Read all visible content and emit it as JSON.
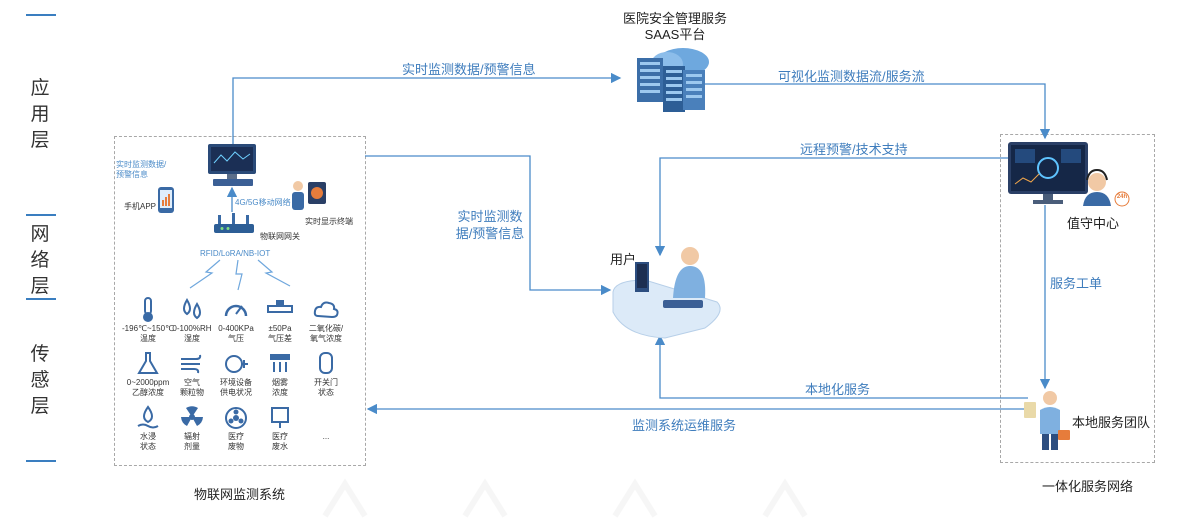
{
  "layers": [
    {
      "label": "应\n用\n层"
    },
    {
      "label": "网\n络\n层"
    },
    {
      "label": "传\n感\n层"
    }
  ],
  "platform": {
    "line1": "医院安全管理服务",
    "line2": "SAAS平台"
  },
  "arrows": {
    "realtime_top": "实时监测数据/预警信息",
    "visual_flow": "可视化监测数据流/服务流",
    "remote": "远程预警/技术支持",
    "realtime_mid": "实时监测数\n据/预警信息",
    "work_order": "服务工单",
    "local_service": "本地化服务",
    "ops": "监测系统运维服务"
  },
  "iot": {
    "app_note": "实时监测数据/\n预警信息",
    "app": "手机APP",
    "network": "4G/5G移动网络",
    "display": "实时显示终端",
    "gateway": "物联网网关",
    "protocols": "RFID/LoRA/NB-IOT",
    "system_label": "物联网监测系统"
  },
  "sensors": [
    {
      "icon": "thermometer-icon",
      "label": "-196℃~150℃\n温度"
    },
    {
      "icon": "humidity-icon",
      "label": "0-100%RH\n湿度"
    },
    {
      "icon": "gauge-icon",
      "label": "0-400KPa\n气压"
    },
    {
      "icon": "valve-icon",
      "label": "±50Pa\n气压差"
    },
    {
      "icon": "gas-cloud-icon",
      "label": "二氧化碳/\n氧气浓度"
    },
    {
      "icon": "flask-icon",
      "label": "0~2000ppm\n乙醇浓度"
    },
    {
      "icon": "wind-icon",
      "label": "空气\n颗粒物"
    },
    {
      "icon": "plug-icon",
      "label": "环境设备\n供电状况"
    },
    {
      "icon": "smoke-icon",
      "label": "烟雾\n浓度"
    },
    {
      "icon": "door-icon",
      "label": "开关门\n状态"
    },
    {
      "icon": "water-drop-icon",
      "label": "水浸\n状态"
    },
    {
      "icon": "radiation-icon",
      "label": "辐射\n剂量"
    },
    {
      "icon": "biohazard-icon",
      "label": "医疗\n废物"
    },
    {
      "icon": "wastewater-icon",
      "label": "医疗\n废水"
    },
    {
      "icon": "more-icon",
      "label": "..."
    }
  ],
  "user": "用户",
  "duty_center": "值守中心",
  "duty_badge": "24h",
  "local_team": "本地服务团队",
  "service_network": "一体化服务网络",
  "colors": {
    "line": "#4a8bc9",
    "label": "#3f7dbd",
    "accent": "#3a7ec0"
  }
}
